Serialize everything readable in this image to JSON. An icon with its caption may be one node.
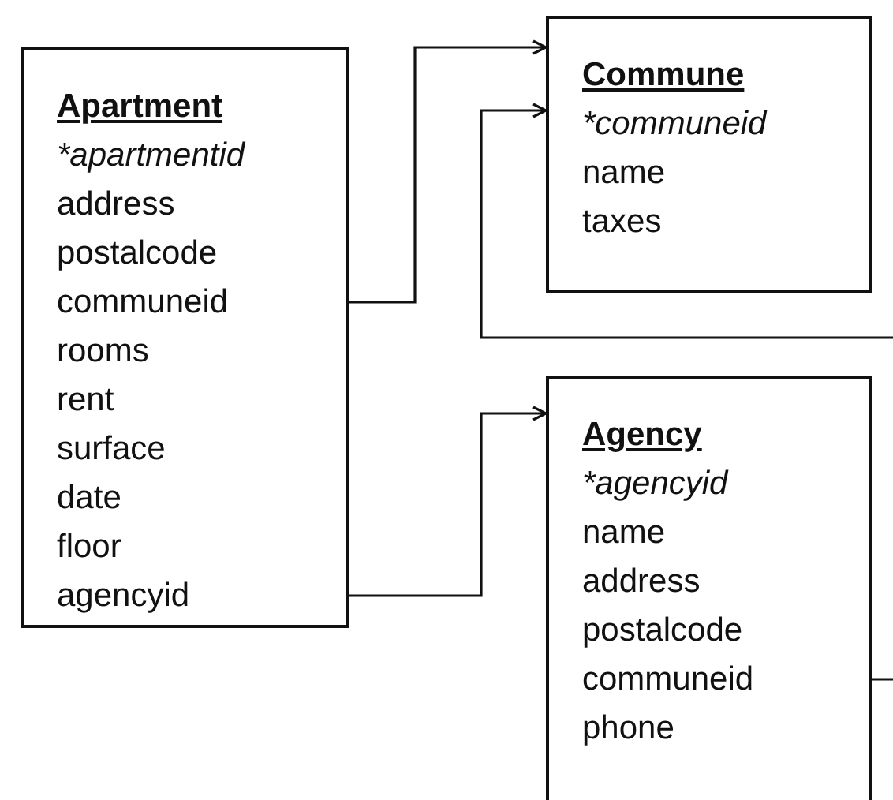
{
  "diagram": {
    "nodes": [
      {
        "text": [
          "Apartment",
          "*apartmentid",
          "address",
          "postalcode",
          "communeid",
          "rooms",
          "rent",
          "surface",
          "date",
          "floor",
          "agencyid"
        ]
      },
      {
        "text": [
          "Commune",
          "*communeid",
          "name",
          "taxes"
        ]
      },
      {
        "text": [
          "Agency",
          "*agencyid",
          "name",
          "address",
          "postalcode",
          "communeid",
          "phone"
        ]
      }
    ],
    "edges": [
      {
        "from": 0,
        "to": 1,
        "arrow": "to"
      },
      {
        "from": 0,
        "to": 2,
        "arrow": "to"
      },
      {
        "from": 2,
        "to": 1,
        "arrow": "to"
      }
    ]
  }
}
